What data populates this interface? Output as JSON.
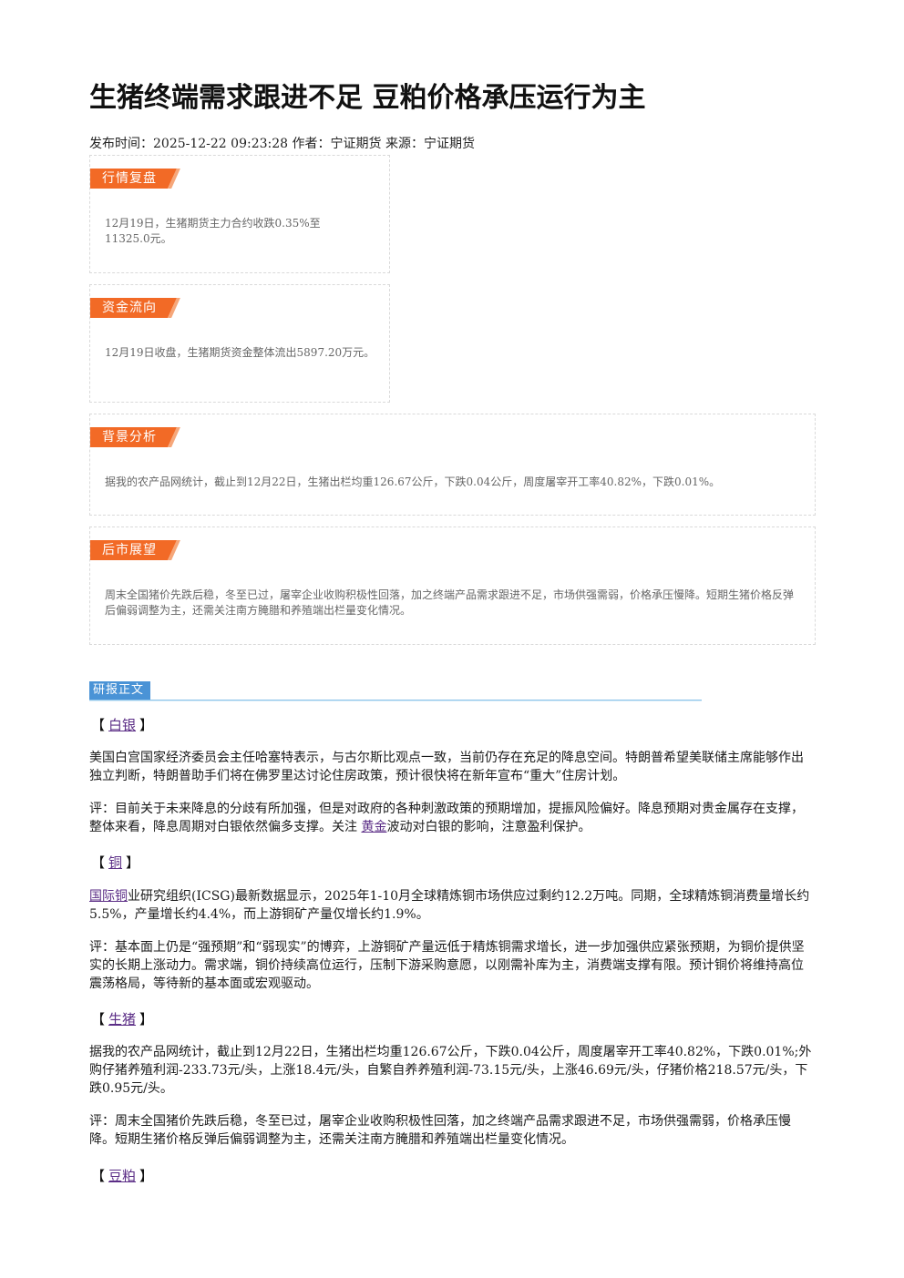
{
  "title": "生猪终端需求跟进不足 豆粕价格承压运行为主",
  "meta": {
    "publish_label": "发布时间：",
    "publish_time": "2025-12-22 09:23:28",
    "author_label": "作者：",
    "author": "宁证期货",
    "source_label": "来源：",
    "source": "宁证期货"
  },
  "cards": [
    {
      "tag": "行情复盘",
      "text": "12月19日，生猪期货主力合约收跌0.35%至11325.0元。"
    },
    {
      "tag": "资金流向",
      "text": "12月19日收盘，生猪期货资金整体流出5897.20万元。"
    },
    {
      "tag": "背景分析",
      "text": "据我的农产品网统计，截止到12月22日，生猪出栏均重126.67公斤，下跌0.04公斤，周度屠宰开工率40.82%，下跌0.01%。"
    },
    {
      "tag": "后市展望",
      "text": "周末全国猪价先跌后稳，冬至已过，屠宰企业收购积极性回落，加之终端产品需求跟进不足，市场供强需弱，价格承压慢降。短期生猪价格反弹后偏弱调整为主，还需关注南方腌腊和养殖端出栏量变化情况。"
    }
  ],
  "report_label": "研报正文",
  "bracket_open": "【",
  "bracket_close": "】",
  "sections": [
    {
      "name": "白银",
      "p1": "美国白宫国家经济委员会主任哈塞特表示，与古尔斯比观点一致，当前仍存在充足的降息空间。特朗普希望美联储主席能够作出独立判断，特朗普助手们将在佛罗里达讨论住房政策，预计很快将在新年宣布“重大”住房计划。",
      "p2_before": "评：目前关于未来降息的分歧有所加强，但是对政府的各种刺激政策的预期增加，提振风险偏好。降息预期对贵金属存在支撑，整体来看，降息周期对白银依然偏多支撑。关注",
      "p2_link": "黄金",
      "p2_after": "波动对白银的影响，注意盈利保护。"
    },
    {
      "name": "铜",
      "p1_link": "国际铜",
      "p1_after": "业研究组织(ICSG)最新数据显示，2025年1-10月全球精炼铜市场供应过剩约12.2万吨。同期，全球精炼铜消费量增长约5.5%，产量增长约4.4%，而上游铜矿产量仅增长约1.9%。",
      "p2": "评：基本面上仍是“强预期”和“弱现实”的博弈，上游铜矿产量远低于精炼铜需求增长，进一步加强供应紧张预期，为铜价提供坚实的长期上涨动力。需求端，铜价持续高位运行，压制下游采购意愿，以刚需补库为主，消费端支撑有限。预计铜价将维持高位震荡格局，等待新的基本面或宏观驱动。"
    },
    {
      "name": "生猪",
      "p1": "据我的农产品网统计，截止到12月22日，生猪出栏均重126.67公斤，下跌0.04公斤，周度屠宰开工率40.82%，下跌0.01%;外购仔猪养殖利润-233.73元/头，上涨18.4元/头，自繁自养养殖利润-73.15元/头，上涨46.69元/头，仔猪价格218.57元/头，下跌0.95元/头。",
      "p2": "评：周末全国猪价先跌后稳，冬至已过，屠宰企业收购积极性回落，加之终端产品需求跟进不足，市场供强需弱，价格承压慢降。短期生猪价格反弹后偏弱调整为主，还需关注南方腌腊和养殖端出栏量变化情况。"
    },
    {
      "name": "豆粕"
    }
  ],
  "colors": {
    "tag_orange": "#f26a26",
    "report_blue": "#4a93d6",
    "link_purple": "#5b2d86"
  }
}
